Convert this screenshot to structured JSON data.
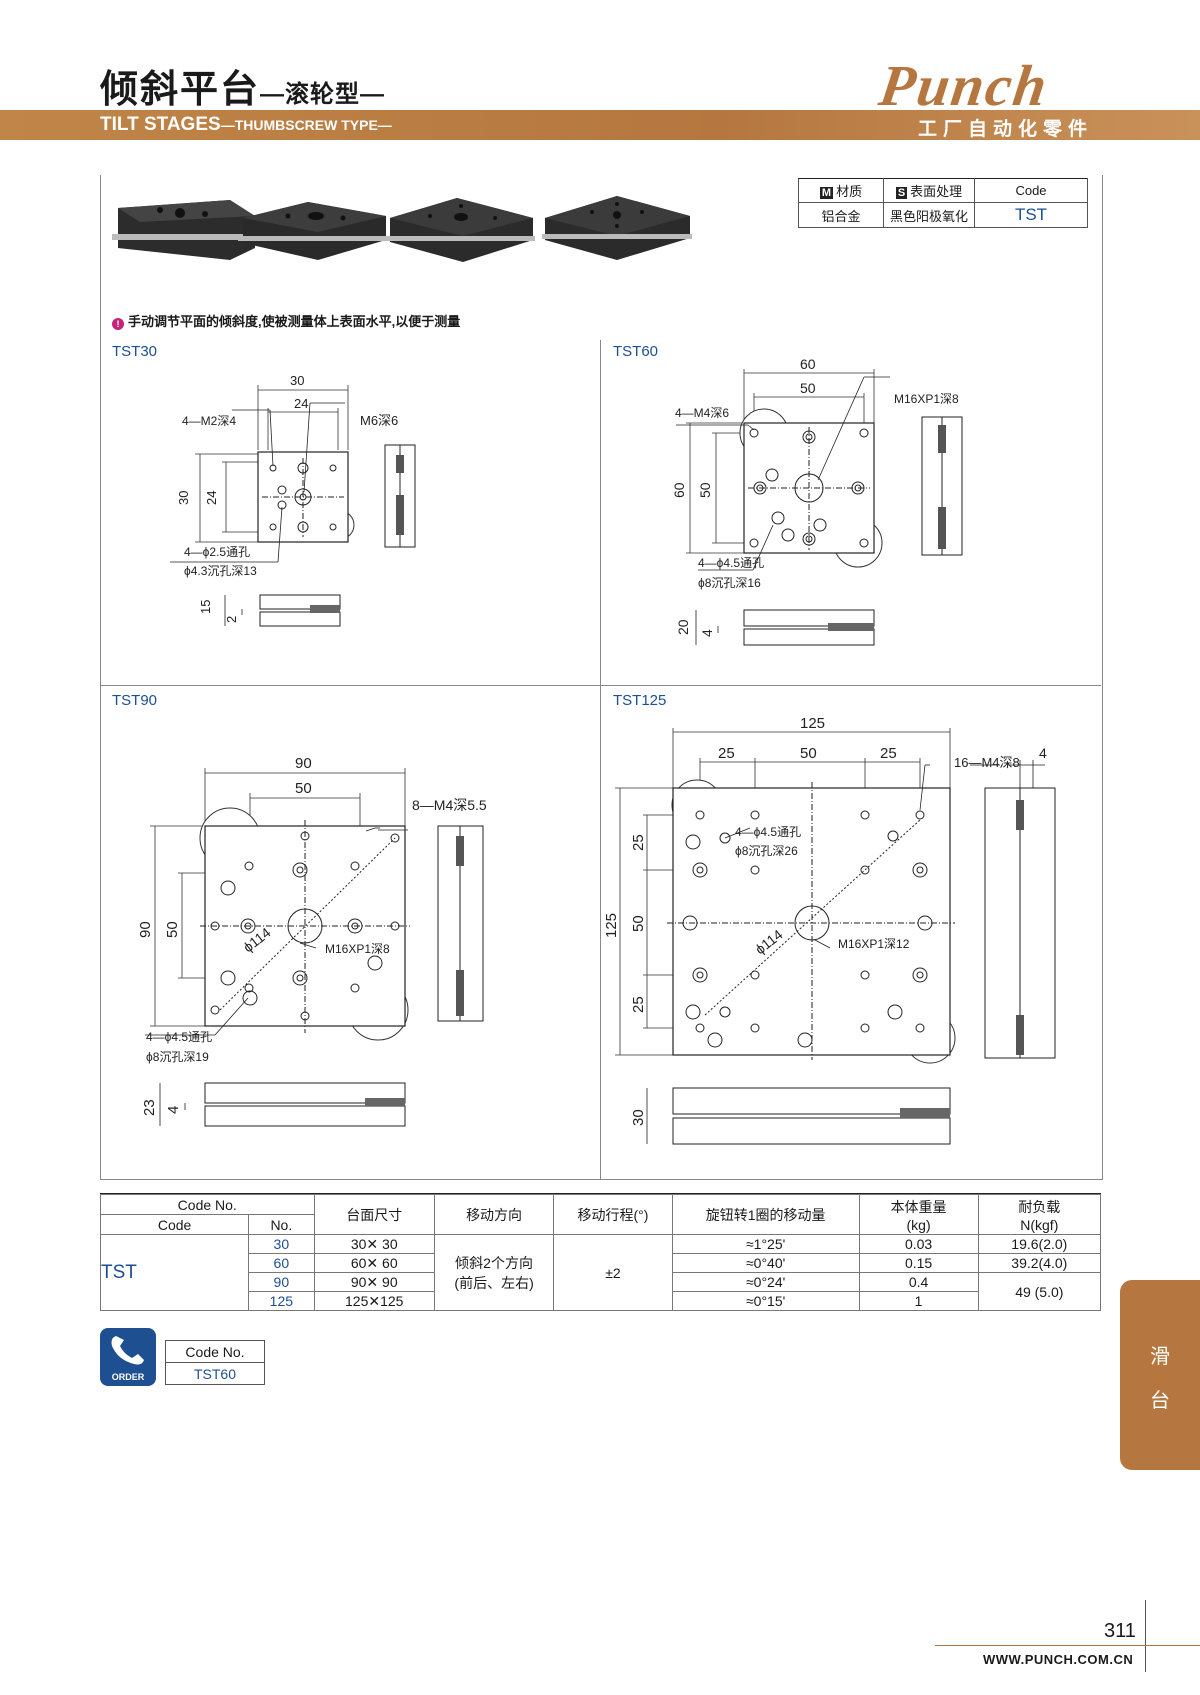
{
  "header": {
    "title_cn": "倾斜平台",
    "title_cn_sub": "—滚轮型—",
    "title_en": "TILT STAGES",
    "title_en_sub": "—THUMBSCREW TYPE—",
    "logo": "Punch",
    "slogan": "工厂自动化零件"
  },
  "spec": {
    "material_badge": "M",
    "material_label": "材质",
    "surface_badge": "S",
    "surface_label": "表面处理",
    "code_label": "Code",
    "material_value": "铝合金",
    "surface_value": "黑色阳极氧化",
    "code_value": "TST"
  },
  "feature": "手动调节平面的倾斜度,使被测量体上表面水平,以便于测量",
  "feature_icon": "!",
  "models": {
    "tst30": {
      "name": "TST30",
      "dim_w": "30",
      "dim_pitch": "24",
      "dim_h": "30",
      "dim_hpitch": "24",
      "tap": "4—M2深4",
      "center": "M6深6",
      "hole1": "4—ϕ2.5通孔",
      "hole2": "ϕ4.3沉孔深13",
      "side_h": "15",
      "side_gap": "2"
    },
    "tst60": {
      "name": "TST60",
      "dim_w": "60",
      "dim_pitch": "50",
      "dim_h": "60",
      "dim_hpitch": "50",
      "tap": "4—M4深6",
      "center": "M16XP1深8",
      "hole1": "4—ϕ4.5通孔",
      "hole2": "ϕ8沉孔深16",
      "side_h": "20",
      "side_gap": "4"
    },
    "tst90": {
      "name": "TST90",
      "dim_w": "90",
      "dim_pitch": "50",
      "dim_h": "90",
      "dim_hpitch": "50",
      "tap": "8—M4深5.5",
      "center": "M16XP1深8",
      "dia": "ϕ114",
      "hole1": "4—ϕ4.5通孔",
      "hole2": "ϕ8沉孔深19",
      "side_h": "23",
      "side_gap": "4"
    },
    "tst125": {
      "name": "TST125",
      "dim_w": "125",
      "dim_a": "25",
      "dim_b": "50",
      "dim_c": "25",
      "dim_h": "125",
      "dim_ha": "25",
      "dim_hb": "50",
      "dim_hc": "25",
      "tap": "16—M4深8",
      "side_t": "4",
      "center": "M16XP1深12",
      "dia": "ϕ114",
      "hole1": "4—ϕ4.5通孔",
      "hole2": "ϕ8沉孔深26",
      "side_h": "30"
    }
  },
  "table": {
    "h_codeno": "Code No.",
    "h_code": "Code",
    "h_no": "No.",
    "h_size": "台面尺寸",
    "h_dir": "移动方向",
    "h_travel": "移动行程(°)",
    "h_per_turn": "旋钮转1圈的移动量",
    "h_weight": "本体重量",
    "h_weight_unit": "(kg)",
    "h_load": "耐负载",
    "h_load_unit": "N(kgf)",
    "code": "TST",
    "direction_1": "倾斜2个方向",
    "direction_2": "(前后、左右)",
    "travel": "±2",
    "rows": [
      {
        "no": "30",
        "size": "30✕ 30",
        "per_turn": "≈1°25'",
        "weight": "0.03",
        "load": "19.6(2.0)"
      },
      {
        "no": "60",
        "size": "60✕ 60",
        "per_turn": "≈0°40'",
        "weight": "0.15",
        "load": "39.2(4.0)"
      },
      {
        "no": "90",
        "size": "90✕ 90",
        "per_turn": "≈0°24'",
        "weight": "0.4",
        "load": "49 (5.0)"
      },
      {
        "no": "125",
        "size": "125✕125",
        "per_turn": "≈0°15'",
        "weight": "1",
        "load": ""
      }
    ]
  },
  "order": {
    "icon_label": "ORDER",
    "code_label": "Code No.",
    "code_value": "TST60"
  },
  "side_tab": {
    "c1": "滑",
    "c2": "台"
  },
  "footer": {
    "page": "311",
    "url": "WWW.PUNCH.COM.CN"
  },
  "colors": {
    "accent": "#b5773f",
    "blue": "#1d4f91",
    "magenta": "#c4257a"
  }
}
